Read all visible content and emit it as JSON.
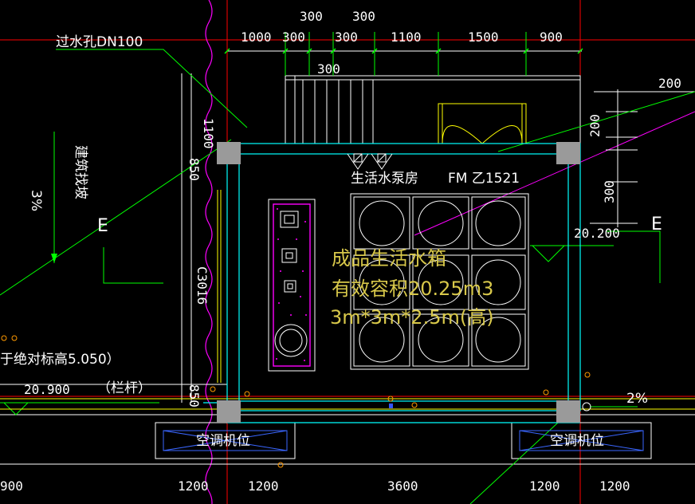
{
  "top_dims_row1": [
    "300",
    "300"
  ],
  "top_dims_row2": [
    "1000",
    "300",
    "300",
    "1100",
    "1500",
    "900"
  ],
  "top_dim_small": "300",
  "left_dims": [
    "1100",
    "850",
    "C3016",
    "850"
  ],
  "right_dims": [
    "200",
    "200",
    "300"
  ],
  "bottom_dims": [
    "900",
    "1200",
    "1200",
    "3600",
    "1200",
    "1200"
  ],
  "labels": {
    "pipe_hole": "过水孔DN100",
    "building_slope": "建筑找坡",
    "slope_left": "3%",
    "slope_right": "2%",
    "axis_left": "E",
    "axis_right": "E",
    "pump_room": "生活水泵房",
    "door_code": "FM 乙1521",
    "elevation_right": "20.200",
    "elevation_left": "20.900",
    "railing": "（栏杆）",
    "abs_elevation": "于绝对标高5.050）",
    "ac_left": "空调机位",
    "ac_right": "空调机位"
  },
  "tank": {
    "line1": "成品生活水箱",
    "line2": "有效容积20.25m3",
    "line3": "3m*3m*2.5m(高)"
  },
  "colors": {
    "white": "#ffffff",
    "cyan": "#00ffff",
    "yellow": "#ffff00",
    "green": "#00ff00",
    "magenta": "#ff00ff",
    "red": "#ff0000",
    "gray": "#9a9a9a",
    "tank_text": "#d8c84a"
  }
}
